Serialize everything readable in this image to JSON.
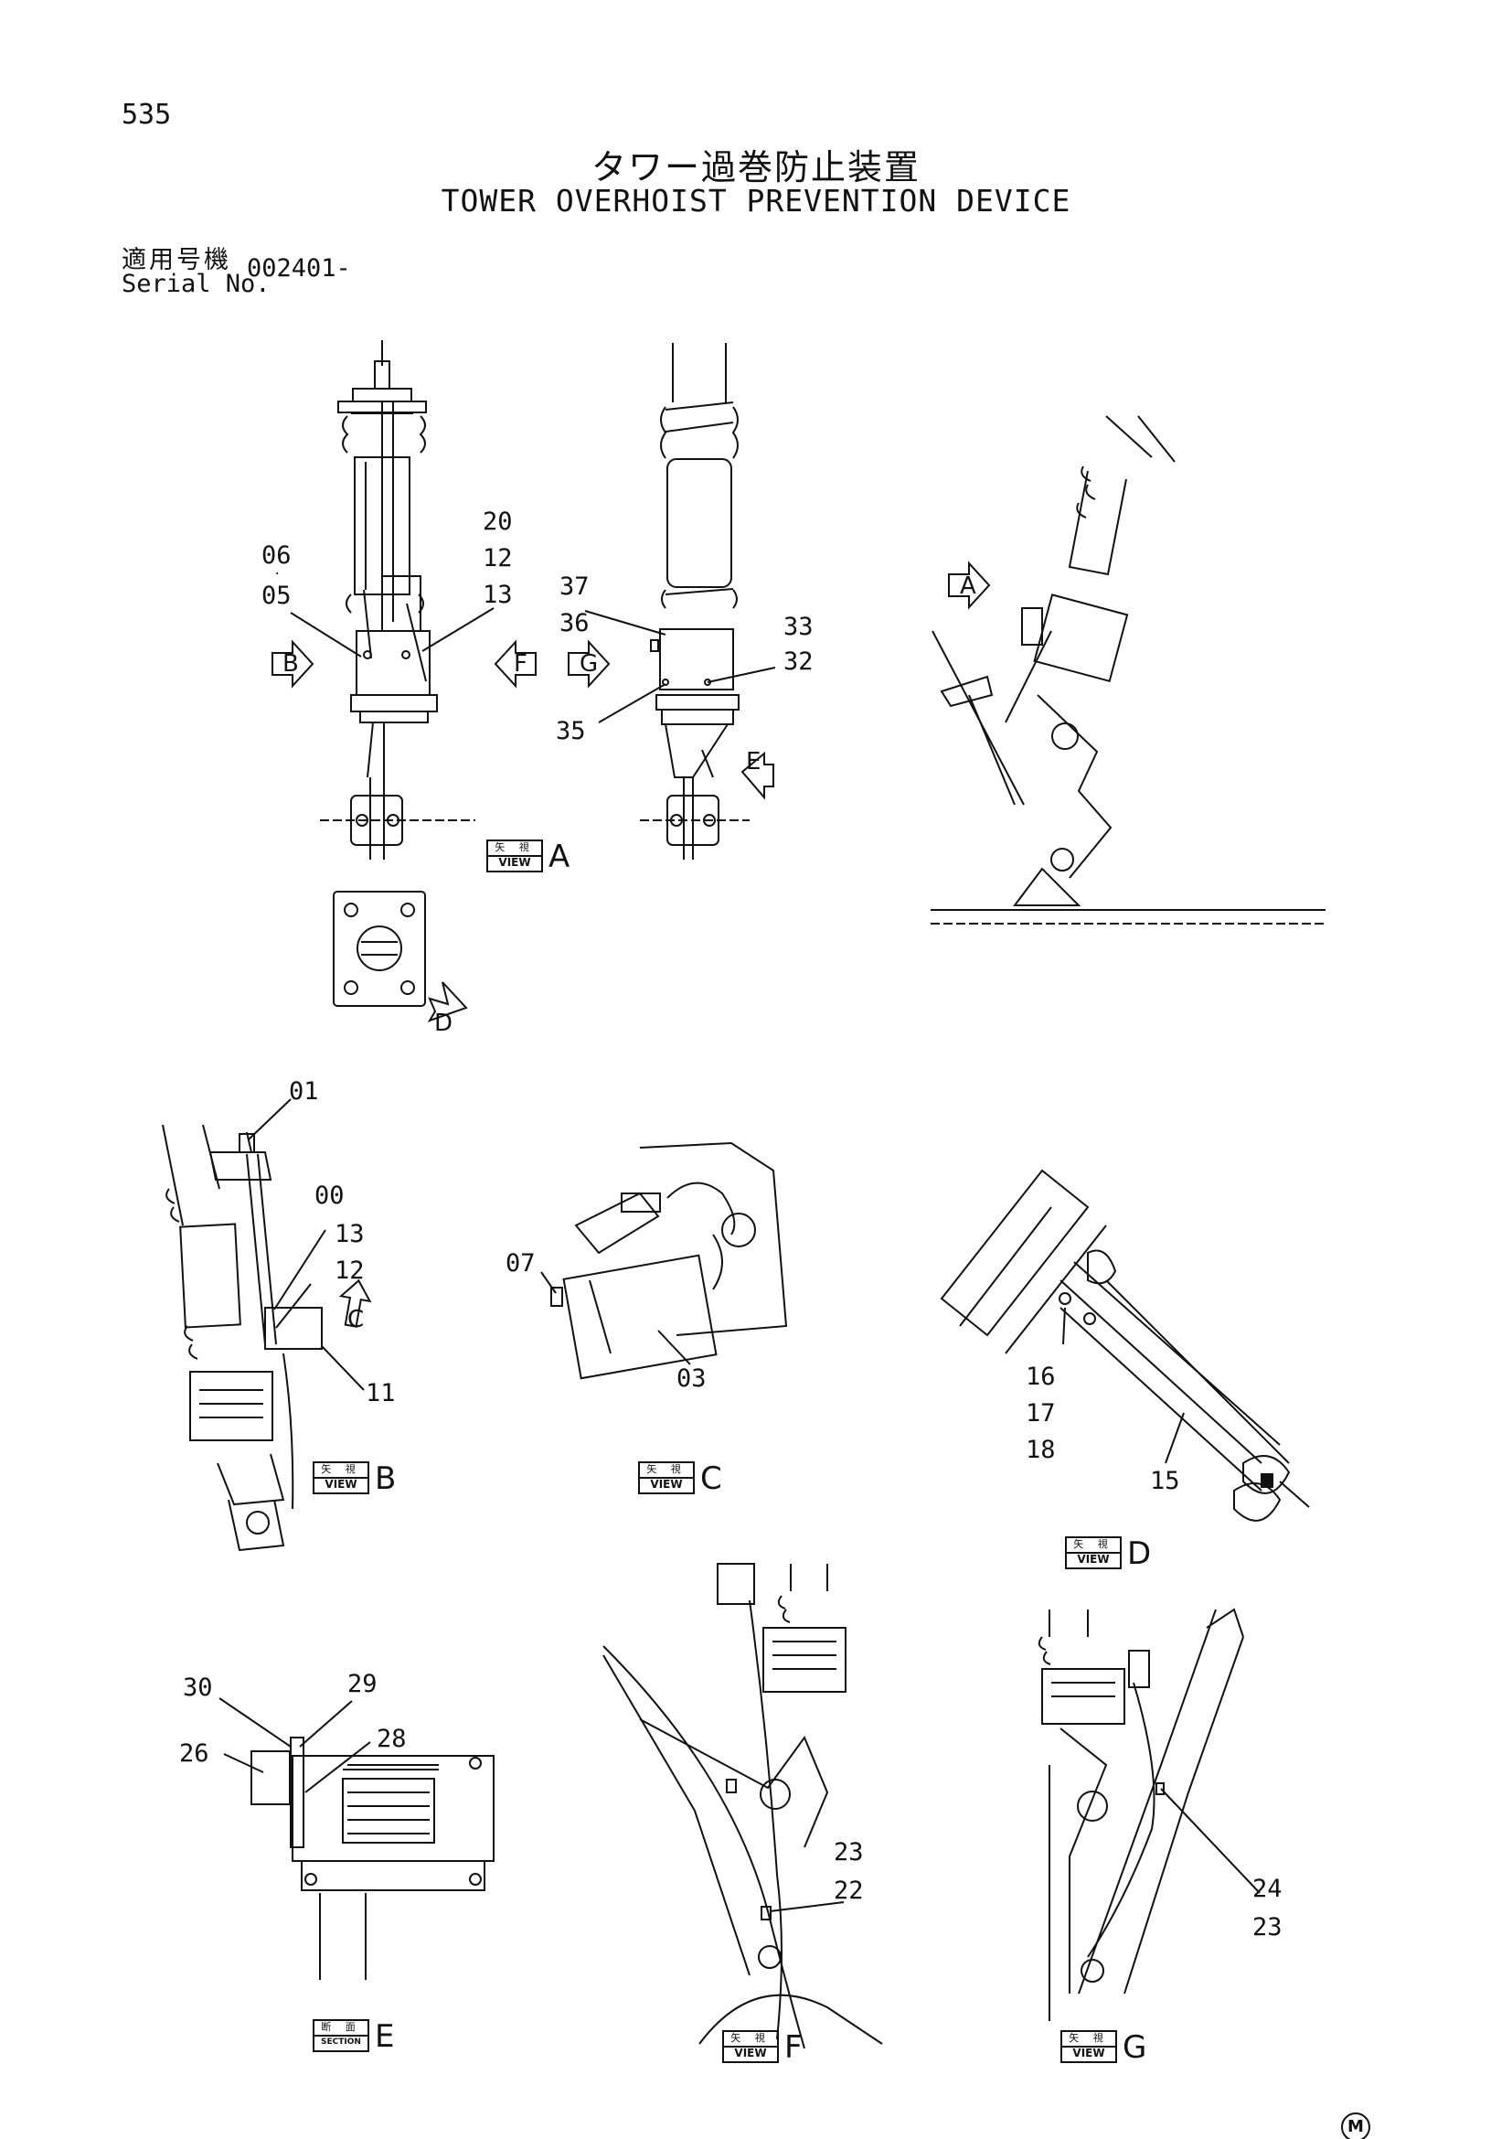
{
  "page_number": "535",
  "title_jp": "タワー過巻防止装置",
  "title_en": "TOWER OVERHOIST PREVENTION DEVICE",
  "serial": {
    "label_jp": "適用号機",
    "label_en": "Serial No.",
    "value": "002401-"
  },
  "callouts": {
    "top_left": {
      "c06": "06",
      "c05": "05",
      "c20": "20",
      "c12": "12",
      "c13": "13"
    },
    "top_mid": {
      "c37": "37",
      "c36": "36",
      "c33": "33",
      "c32": "32",
      "c35": "35"
    },
    "view_b": {
      "c01": "01",
      "c00": "00",
      "c13": "13",
      "c12": "12",
      "c11": "11"
    },
    "view_c": {
      "c07": "07",
      "c03": "03"
    },
    "view_d": {
      "c16": "16",
      "c17": "17",
      "c18": "18",
      "c15": "15"
    },
    "section_e": {
      "c30": "30",
      "c29": "29",
      "c26": "26",
      "c28": "28"
    },
    "view_f": {
      "c23": "23",
      "c22": "22"
    },
    "view_g": {
      "c24": "24",
      "c23": "23"
    }
  },
  "view_arrows": {
    "a": "A",
    "b": "B",
    "c": "C",
    "d": "D",
    "e": "E",
    "f": "F",
    "g": "G"
  },
  "view_tags": {
    "view_jp": "矢 視",
    "view_en": "VIEW",
    "section_jp": "断 面",
    "section_en": "SECTION",
    "a": "A",
    "b": "B",
    "c": "C",
    "d": "D",
    "e": "E",
    "f": "F",
    "g": "G"
  },
  "mark": "M"
}
